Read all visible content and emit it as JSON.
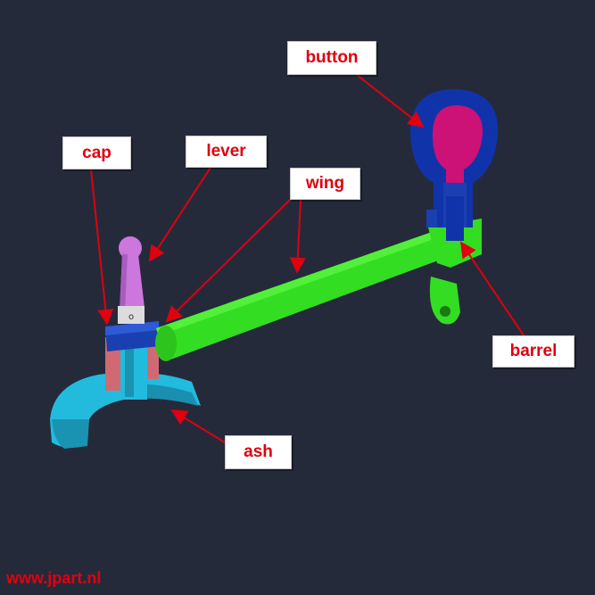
{
  "labels": {
    "button": "button",
    "cap": "cap",
    "lever": "lever",
    "wing": "wing",
    "barrel": "barrel",
    "ash": "ash"
  },
  "watermark": "www.jpart.nl",
  "colors": {
    "background": "#252a3a",
    "label_text": "#e0000f",
    "arrow": "#e0000f",
    "wing_part": "#33dd22",
    "button_outer": "#1133aa",
    "button_inner": "#cc1177",
    "cap_part": "#1a3fb0",
    "lever_part": "#cc77dd",
    "ash_part": "#22bbdd",
    "barrel_part": "#1a3fb0",
    "pink_post": "#d06a72"
  }
}
